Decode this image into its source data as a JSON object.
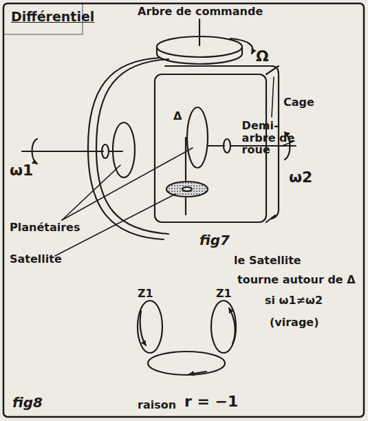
{
  "diagram": {
    "title": "Différentiel",
    "labels": [
      "Arbre de commande",
      "Ω",
      "Cage",
      "Demi-arbre de roue",
      "ω1",
      "ω2",
      "Δ",
      "Planétaires",
      "Satellite",
      "fig7",
      "le Satellite",
      "tourne autour de Δ",
      "si ω1≠ω2",
      "(virage)",
      "Z1",
      "Z1",
      "fig8",
      "raison",
      "r = −1"
    ]
  }
}
